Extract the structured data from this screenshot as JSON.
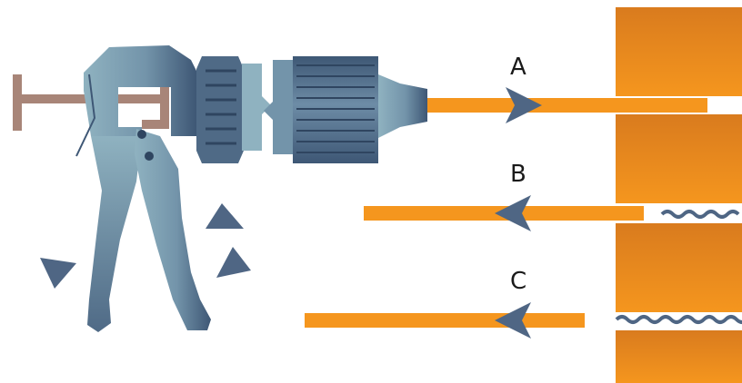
{
  "diagram": {
    "colors": {
      "rod": "#f5961e",
      "block_top": "#d97b1e",
      "block_bottom": "#f5961e",
      "arrow": "#4f6684",
      "gun_light": "#8fb2c0",
      "gun_dark": "#3e5775",
      "handle_bar": "#a88578",
      "wave": "#4f6684"
    },
    "icons": [
      "caulking-gun-icon",
      "arrow-right-icon",
      "arrow-left-icon",
      "debris-icon"
    ],
    "rods": [
      {
        "label": "A",
        "direction": "right"
      },
      {
        "label": "B",
        "direction": "left"
      },
      {
        "label": "C",
        "direction": "left"
      }
    ]
  }
}
